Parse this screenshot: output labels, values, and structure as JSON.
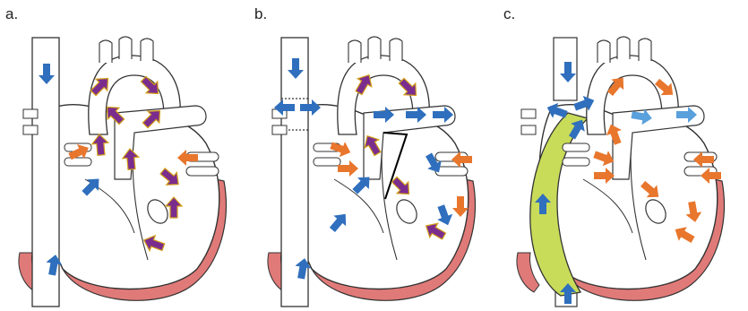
{
  "panels": [
    {
      "label": "a.",
      "variant": "normal"
    },
    {
      "label": "b.",
      "variant": "glenn"
    },
    {
      "label": "c.",
      "variant": "fontan"
    }
  ],
  "colors": {
    "muscle": "#e07a78",
    "muscle_dark": "#b04a4a",
    "outline": "#333333",
    "mixed_arrow": "#7b2d8e",
    "mixed_arrow_border": "#d4a017",
    "deoxygenated_arrow": "#2f6fbd",
    "oxygenated_arrow": "#e8762d",
    "conduit": "#c8dc5a"
  }
}
